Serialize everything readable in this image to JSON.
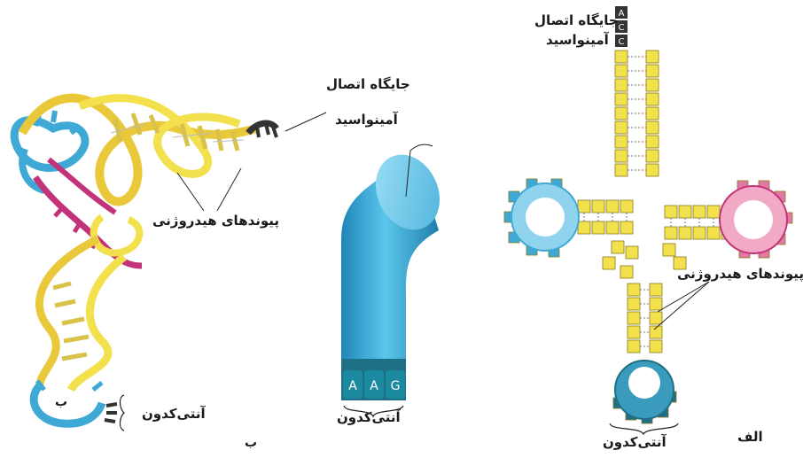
{
  "labels": {
    "right_attachment_line1": "جایگاه اتصال",
    "right_attachment_line2": "آمینواسید",
    "middle_attachment_line1": "جایگاه اتصال",
    "middle_attachment_line2": "آمینواسید",
    "left_hydrogen_bonds": "پیوندهای هیدروژنی",
    "right_hydrogen_bonds": "پیوندهای هیدروژنی",
    "left_anticodon": "آنتی‌کدون",
    "middle_anticodon": "آنتی‌کدون",
    "right_anticodon": "آنتی‌کدون",
    "panel_alef": "الف",
    "panel_be": "ب",
    "panel_be_small": "ب"
  },
  "acceptor_letters": [
    "A",
    "C",
    "C"
  ],
  "anticodon_bases": [
    "A",
    "A",
    "G"
  ],
  "colors": {
    "yellow": "#f2e14c",
    "blue": "#3fa9d6",
    "pink": "#e07aa4",
    "magenta": "#c2337a",
    "teal": "#2a8a96",
    "dark": "#333333"
  }
}
